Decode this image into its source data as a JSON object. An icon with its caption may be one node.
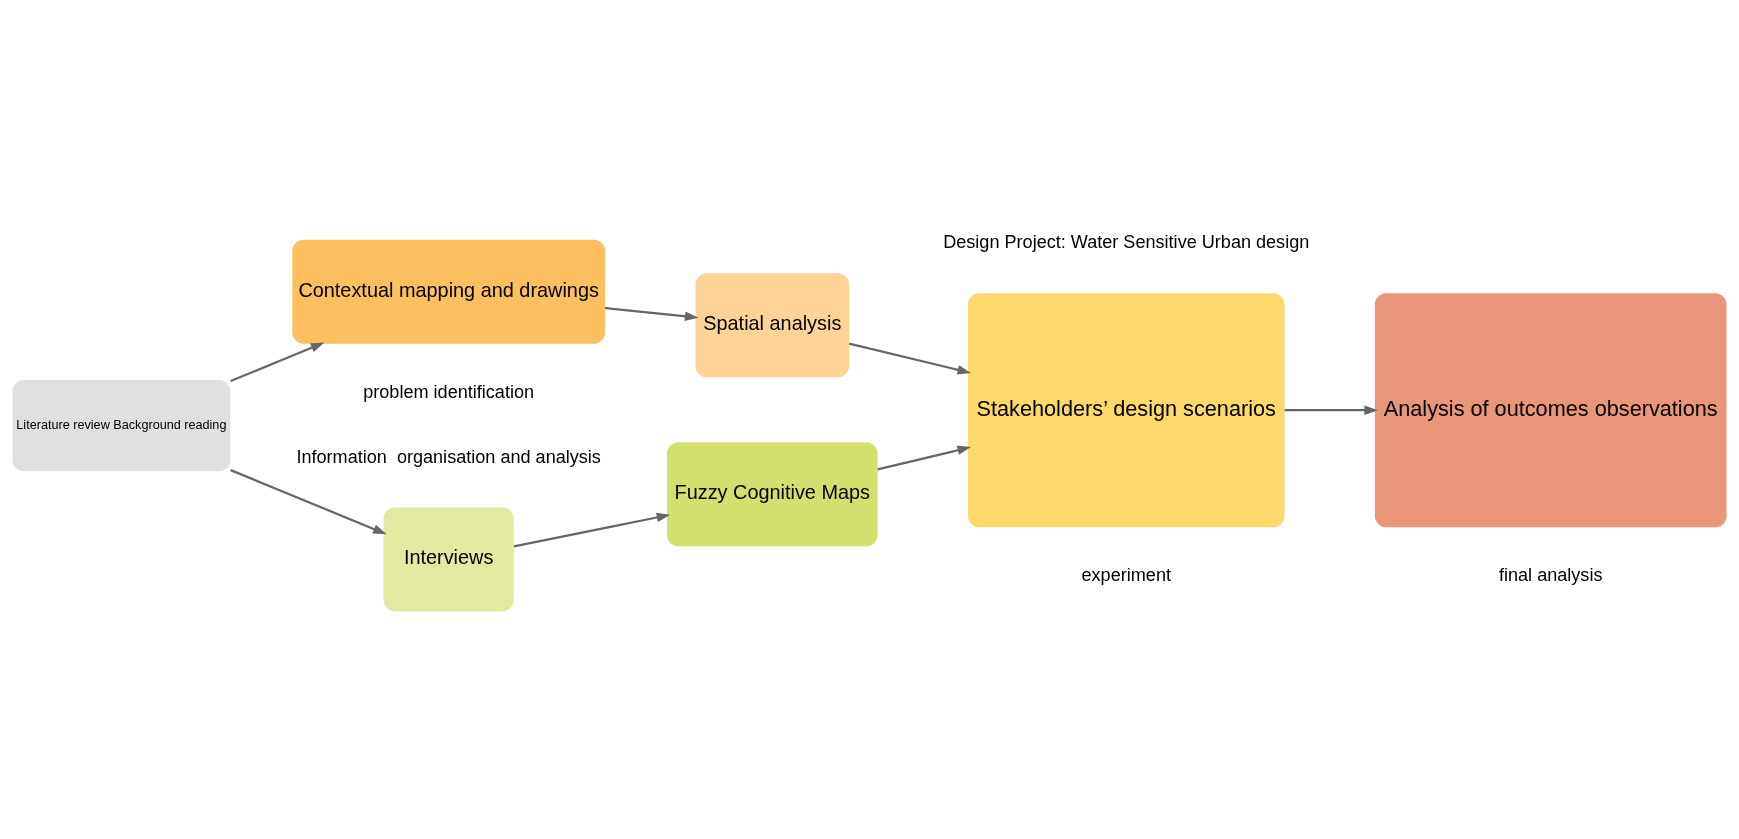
{
  "diagram": {
    "nodes": [
      {
        "text": [
          "Literature review Background reading"
        ]
      },
      {
        "text": [
          "Interviews"
        ]
      },
      {
        "text": [
          "Fuzzy Cognitive Maps"
        ]
      },
      {
        "text": [
          "Contextual mapping and drawings"
        ]
      },
      {
        "text": [
          "Spatial analysis"
        ]
      },
      {
        "text": [
          "Stakeholders’ design scenarios"
        ],
        "beside": [
          "Design Project: Water Sensitive Urban design"
        ]
      },
      {
        "text": [
          "Analysis of outcomes observations"
        ]
      }
    ],
    "edges": [
      {
        "from": 0,
        "to": 1,
        "arrow": "to"
      },
      {
        "from": 0,
        "to": 3,
        "arrow": "to"
      },
      {
        "from": 1,
        "to": 2,
        "arrow": "to"
      },
      {
        "from": 3,
        "to": 4,
        "arrow": "to"
      },
      {
        "from": 2,
        "to": 5,
        "arrow": "to"
      },
      {
        "from": 4,
        "to": 5,
        "arrow": "to"
      },
      {
        "from": 5,
        "to": 6,
        "arrow": "to"
      }
    ],
    "labels": [
      "Information  organisation and analysis",
      "problem identification",
      "experiment",
      "final analysis"
    ]
  }
}
